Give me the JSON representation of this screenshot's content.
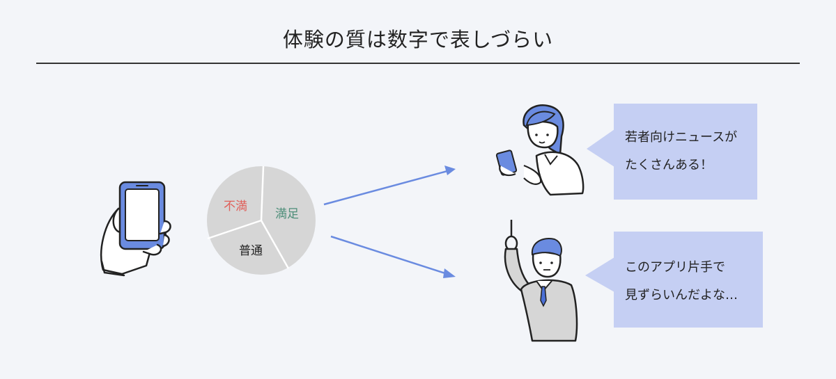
{
  "title": "体験の質は数字で表しづらい",
  "pie": {
    "segments": [
      {
        "label": "不満",
        "color": "#e0605a"
      },
      {
        "label": "満足",
        "color": "#4f8f7a"
      },
      {
        "label": "普通",
        "color": "#222222"
      }
    ]
  },
  "bubbles": {
    "top": {
      "lines": [
        "若者向けニュースが",
        "たくさんある！"
      ]
    },
    "bottom": {
      "lines": [
        "このアプリ片手で",
        "見ずらいんだよな…"
      ]
    }
  },
  "colors": {
    "background": "#f3f5f9",
    "accent_blue": "#6a8be0",
    "bubble": "#c5cff3",
    "pie_fill": "#d6d6d6"
  }
}
